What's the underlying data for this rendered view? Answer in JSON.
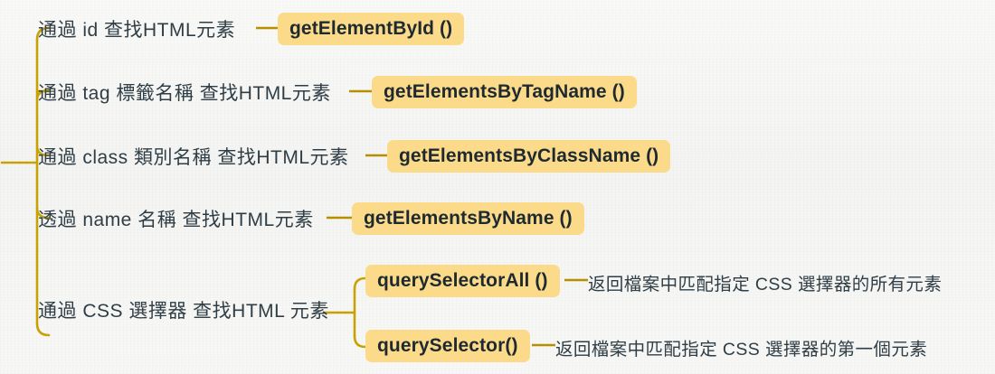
{
  "diagram": {
    "title_absent": "",
    "theme": {
      "background": "#f7f7f5",
      "chip_bg": "#fbdb8a",
      "chip_text": "#1f2a30",
      "text": "#2f3e46",
      "connector": "#b59000",
      "bracket": "#c8a202"
    },
    "root_branches": [
      {
        "id": "by-id",
        "label": "通過 id 查找HTML元素",
        "method": "getElementById ()",
        "children": []
      },
      {
        "id": "by-tag",
        "label": "通過 tag 標籤名稱 查找HTML元素",
        "method": "getElementsByTagName ()",
        "children": []
      },
      {
        "id": "by-class",
        "label": "通過 class 類別名稱 查找HTML元素",
        "method": "getElementsByClassName ()",
        "children": []
      },
      {
        "id": "by-name",
        "label": "透過 name 名稱 查找HTML元素",
        "method": "getElementsByName ()",
        "children": []
      },
      {
        "id": "by-css",
        "label": "通過 CSS 選擇器 查找HTML 元素",
        "method": "",
        "children": [
          {
            "id": "query-selector-all",
            "method": "querySelectorAll ()",
            "description": "返回檔案中匹配指定 CSS 選擇器的所有元素"
          },
          {
            "id": "query-selector",
            "method": "querySelector()",
            "description": "返回檔案中匹配指定 CSS 選擇器的第一個元素"
          }
        ]
      }
    ]
  }
}
